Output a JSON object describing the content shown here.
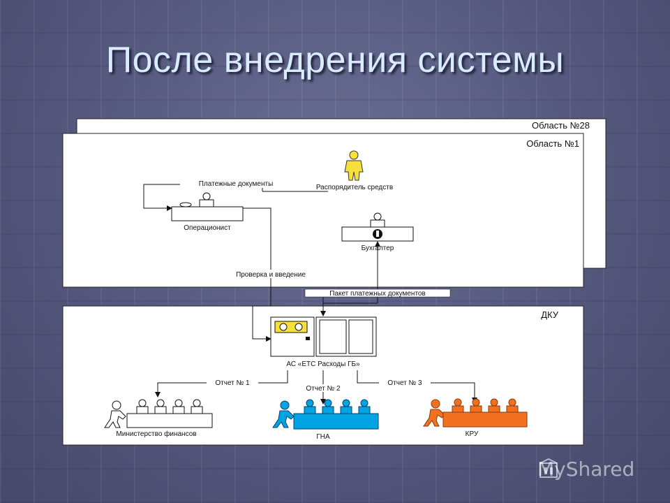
{
  "title": "После внедрения системы",
  "regions": {
    "back": "Область №28",
    "front": "Область №1",
    "dku": "ДКУ"
  },
  "nodes": {
    "distributor": "Распорядитель средств",
    "operator": "Операционист",
    "accountant": "Бухгалтер",
    "system": "АС «ЕТС Расходы ГБ»",
    "ministry": "Министерство финансов",
    "gna": "ГНА",
    "kru": "КРУ"
  },
  "edges": {
    "payment_docs": "Платежные документы",
    "check": "Проверка и введение",
    "packet": "Пакет платежных документов",
    "report1": "Отчет № 1",
    "report2": "Отчет № 2",
    "report3": "Отчет № 3"
  },
  "colors": {
    "gna_fill": "#00a4e4",
    "kru_fill": "#f37021",
    "person_yellow": "#f5e13a"
  },
  "watermark": "MyShared"
}
